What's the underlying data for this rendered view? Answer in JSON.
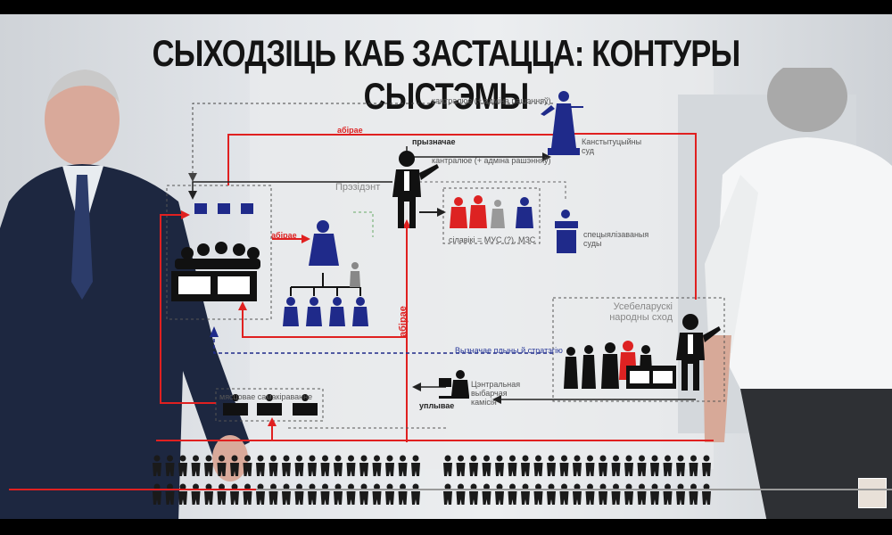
{
  "title": "СЫХОДЗІЦЬ КАБ ЗАСТАЦЦА: КОНТУРЫ СЫСТЭМЫ",
  "labels": {
    "kantraluje": "кантралюе (+ адміна рашэнняў)",
    "abirae_top": "абірае",
    "pryznachae": "прызначае",
    "kantraluje2": "кантралюе (+ адміна рашэнняў)",
    "kanstytucyjny": "Канстытуцыйны суд",
    "prezident": "Прэзідэнт",
    "abirae_left": "абірае",
    "siloviki": "сілавікі = МУС (?), МЗС",
    "specyjalizavanyja": "спецыялізаваныя суды",
    "usebelaruski": "Усебеларускі народны сход",
    "vyznachae": "Вызначае плыны й стратэгію",
    "abirae_vert": "абірае",
    "samakiravanne": "мясцовае самакіраванне",
    "centralnaja": "Цэнтральная выбарчая камісія",
    "uplyvae": "уплывае"
  },
  "colors": {
    "red": "#e02020",
    "navy": "#1f2a8a",
    "dark": "#1a1a1a",
    "grey": "#7a7a7a"
  },
  "video": {
    "progress": 0.28
  }
}
